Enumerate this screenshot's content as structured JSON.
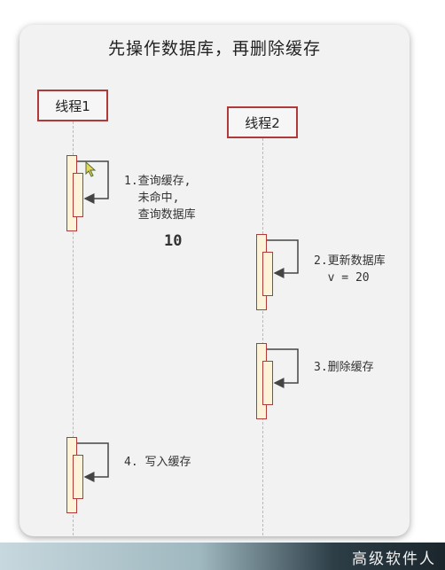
{
  "diagram": {
    "title": "先操作数据库，再删除缓存",
    "participants": [
      {
        "label": "线程1"
      },
      {
        "label": "线程2"
      }
    ],
    "steps": [
      {
        "participant": "线程1",
        "text": "1.查询缓存,\n  未命中,\n  查询数据库"
      },
      {
        "participant": "线程2",
        "text": "2.更新数据库\n  v = 20"
      },
      {
        "participant": "线程2",
        "text": "3.删除缓存"
      },
      {
        "participant": "线程1",
        "text": "4. 写入缓存"
      }
    ],
    "value_label": "10"
  },
  "footer": {
    "brand": "高级软件人"
  },
  "colors": {
    "border": "#b03a3a",
    "activation_fill": "#fdf3d8",
    "card": "#f2f2f2"
  }
}
